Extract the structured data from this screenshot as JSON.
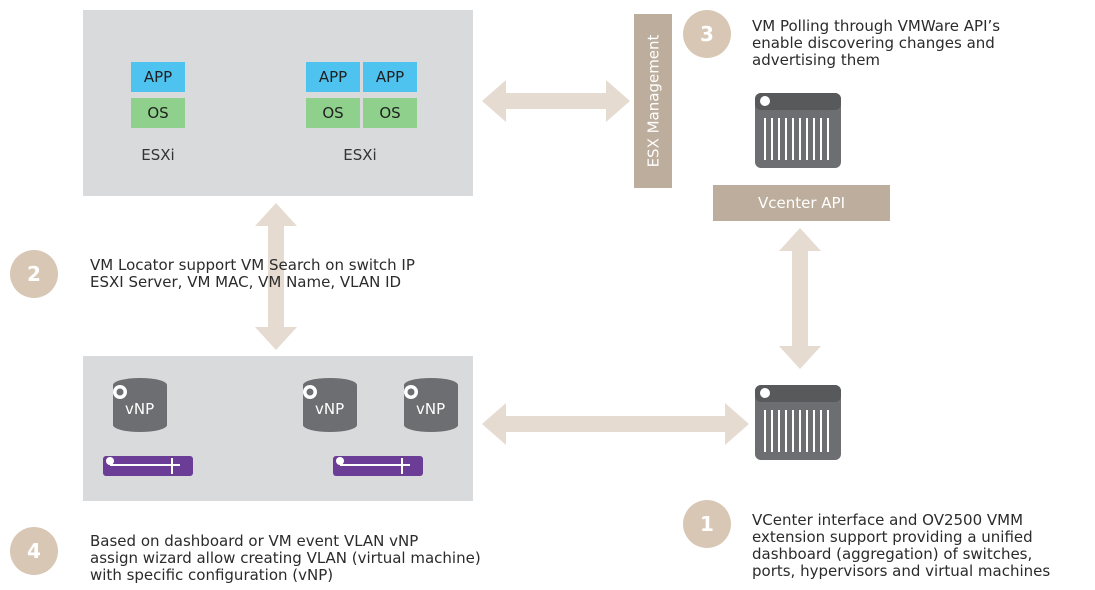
{
  "hosts": {
    "app_label": "APP",
    "os_label": "OS",
    "host_label": "ESXi"
  },
  "esx_management": "ESX Management",
  "vcenter_api": "Vcenter API",
  "vnp_label": "vNP",
  "steps": [
    {
      "number": "1",
      "text": "VCenter interface and OV2500 VMM\nextension support providing a unified\ndashboard (aggregation) of switches,\nports, hypervisors and virtual machines"
    },
    {
      "number": "2",
      "text": "VM Locator support VM Search on switch IP\nESXI Server, VM MAC, VM Name, VLAN ID"
    },
    {
      "number": "3",
      "text": "VM Polling through VMWare API’s\nenable discovering changes and\nadvertising them"
    },
    {
      "number": "4",
      "text": "Based on dashboard or VM event VLAN vNP\nassign wizard allow creating VLAN (virtual machine)\nwith specific configuration (vNP)"
    }
  ],
  "colors": {
    "panel": "#d9dadb",
    "app": "#4fc3ef",
    "os": "#8fd18c",
    "tan": "#bcad9c",
    "circle": "#d8c7b4",
    "arrow": "#e5dbd1",
    "server": "#6d6e71",
    "switch": "#6b3d96"
  }
}
